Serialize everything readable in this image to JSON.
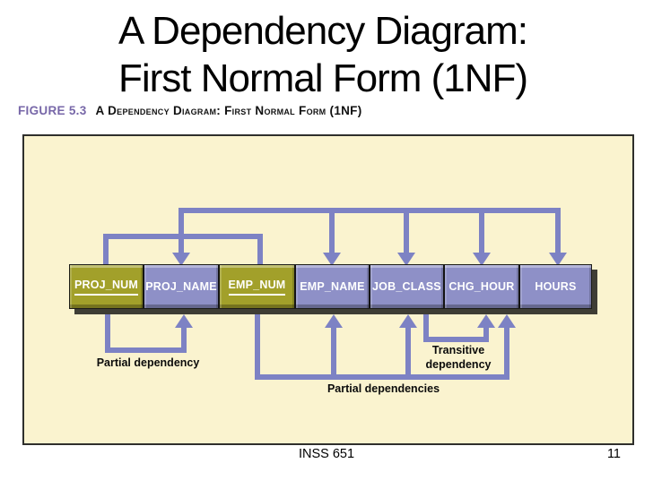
{
  "slide": {
    "title_lines": [
      "A Dependency Diagram:",
      "First Normal Form (1NF)"
    ],
    "footer": {
      "course": "INSS 651",
      "page": "11"
    }
  },
  "figure": {
    "caption_label": "FIGURE 5.3",
    "caption_title": "A Dependency Diagram: First Normal Form (1NF)"
  },
  "diagram": {
    "attributes": [
      {
        "name": "PROJ_NUM",
        "key": true
      },
      {
        "name": "PROJ_NAME",
        "key": false
      },
      {
        "name": "EMP_NUM",
        "key": true
      },
      {
        "name": "EMP_NAME",
        "key": false
      },
      {
        "name": "JOB_CLASS",
        "key": false
      },
      {
        "name": "CHG_HOUR",
        "key": false
      },
      {
        "name": "HOURS",
        "key": false
      }
    ],
    "annotations": {
      "partial_dependency": "Partial dependency",
      "partial_dependencies": "Partial dependencies",
      "transitive_line1": "Transitive",
      "transitive_line2": "dependency"
    },
    "colors": {
      "panel_background": "#faf3cf",
      "key_box": "#a2a02a",
      "nonkey_box": "#8e90c7",
      "arrow": "#7d82c4",
      "caption_accent": "#7767a8",
      "box_shadow": "#3e3d35",
      "box_text": "#ffffff"
    }
  }
}
